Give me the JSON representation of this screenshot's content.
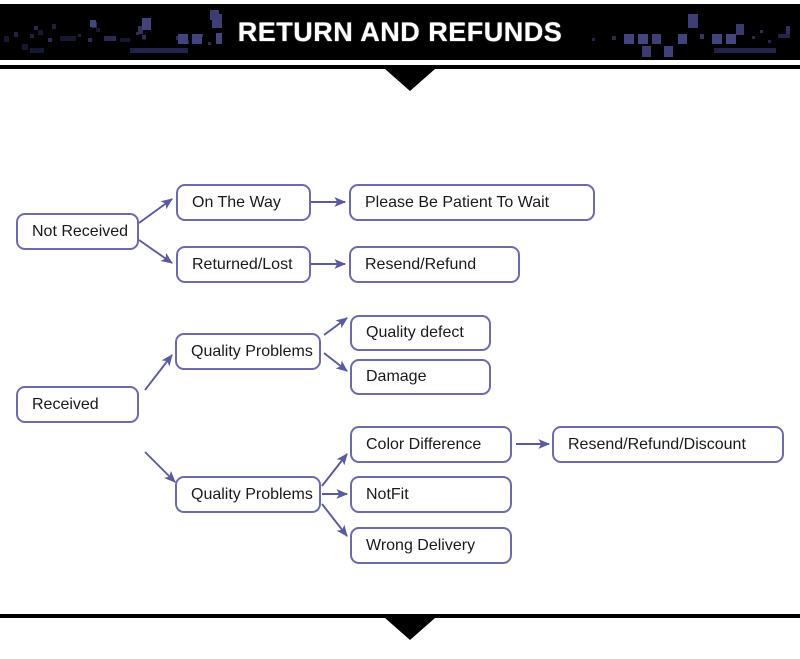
{
  "banner": {
    "title": "RETURN AND REFUNDS",
    "background_color": "#000000",
    "text_color": "#ffffff",
    "pixel_color": "#3b3b6d"
  },
  "divider": {
    "rule_color": "#000000",
    "arrow_shape": "down-triangle"
  },
  "flow": {
    "box_border_color": "#6b6bac",
    "arrow_color": "#5a5a9e",
    "nodes": [
      {
        "id": "not-received",
        "label": "Not Received"
      },
      {
        "id": "on-the-way",
        "label": "On  The  Way"
      },
      {
        "id": "please-be-patient",
        "label": "Please Be Patient To Wait"
      },
      {
        "id": "returned-lost",
        "label": "Returned/Lost"
      },
      {
        "id": "resend-refund",
        "label": "Resend/Refund"
      },
      {
        "id": "received",
        "label": "Received"
      },
      {
        "id": "quality-problems-1",
        "label": "Quality Problems"
      },
      {
        "id": "quality-defect",
        "label": "Quality defect"
      },
      {
        "id": "damage",
        "label": "Damage"
      },
      {
        "id": "quality-problems-2",
        "label": "Quality Problems"
      },
      {
        "id": "color-difference",
        "label": "Color  Difference"
      },
      {
        "id": "notfit",
        "label": "NotFit"
      },
      {
        "id": "wrong-delivery",
        "label": "Wrong Delivery"
      },
      {
        "id": "resend-refund-discount",
        "label": "Resend/Refund/Discount"
      }
    ],
    "edges": [
      {
        "from": "not-received",
        "to": "on-the-way"
      },
      {
        "from": "not-received",
        "to": "returned-lost"
      },
      {
        "from": "on-the-way",
        "to": "please-be-patient"
      },
      {
        "from": "returned-lost",
        "to": "resend-refund"
      },
      {
        "from": "received",
        "to": "quality-problems-1"
      },
      {
        "from": "received",
        "to": "quality-problems-2"
      },
      {
        "from": "quality-problems-1",
        "to": "quality-defect"
      },
      {
        "from": "quality-problems-1",
        "to": "damage"
      },
      {
        "from": "quality-problems-2",
        "to": "color-difference"
      },
      {
        "from": "quality-problems-2",
        "to": "notfit"
      },
      {
        "from": "quality-problems-2",
        "to": "wrong-delivery"
      },
      {
        "from": "color-difference",
        "to": "resend-refund-discount"
      }
    ]
  }
}
